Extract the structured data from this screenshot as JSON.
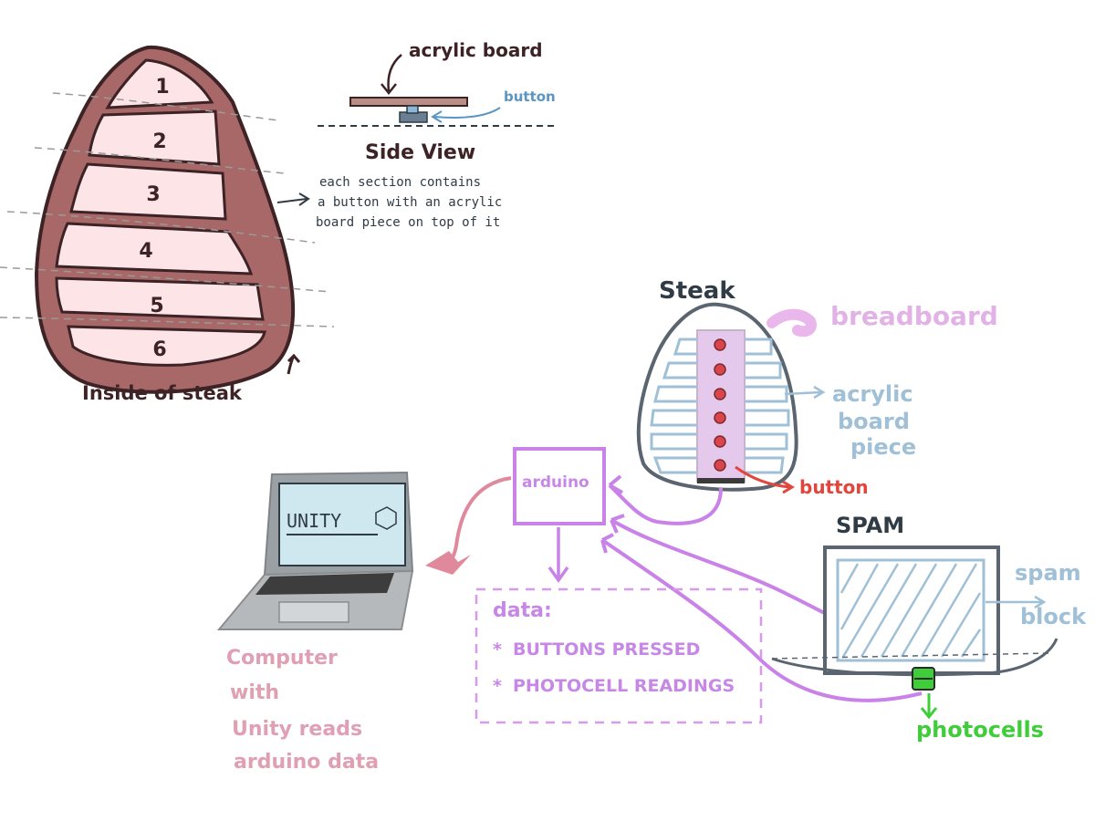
{
  "steak_cutaway": {
    "section_numbers": [
      "1",
      "2",
      "3",
      "4",
      "5",
      "6"
    ],
    "caption": "Inside of steak",
    "note_lines": [
      "each section contains",
      "a button with an acrylic",
      "board piece on top of it"
    ]
  },
  "side_view": {
    "acrylic_label": "acrylic board",
    "button_label": "button",
    "caption": "Side View"
  },
  "steak_assembly": {
    "title": "Steak",
    "breadboard_label": "breadboard",
    "acrylic_label_lines": [
      "acrylic",
      "board",
      "piece"
    ],
    "button_label": "button"
  },
  "arduino": {
    "label": "arduino"
  },
  "laptop": {
    "screen_text": "UNITY",
    "caption_lines": [
      "Computer",
      "with",
      "Unity reads",
      "arduino data"
    ]
  },
  "data_box": {
    "title": "data:",
    "items": [
      "BUTTONS PRESSED",
      "PHOTOCELL READINGS"
    ],
    "bullet": "*"
  },
  "spam": {
    "title": "SPAM",
    "block_label_lines": [
      "spam",
      "block"
    ],
    "photocells_label": "photocells"
  },
  "colors": {
    "steak_fill": "#a86868",
    "steak_inner": "#fde4e7",
    "outline_dark": "#3d2326",
    "unity_pink": "#e0889c",
    "wire_purple": "#c882e8",
    "acrylic_blue": "#9fc0d6",
    "button_red": "#e2453c",
    "photocell_green": "#3fcd3a"
  }
}
